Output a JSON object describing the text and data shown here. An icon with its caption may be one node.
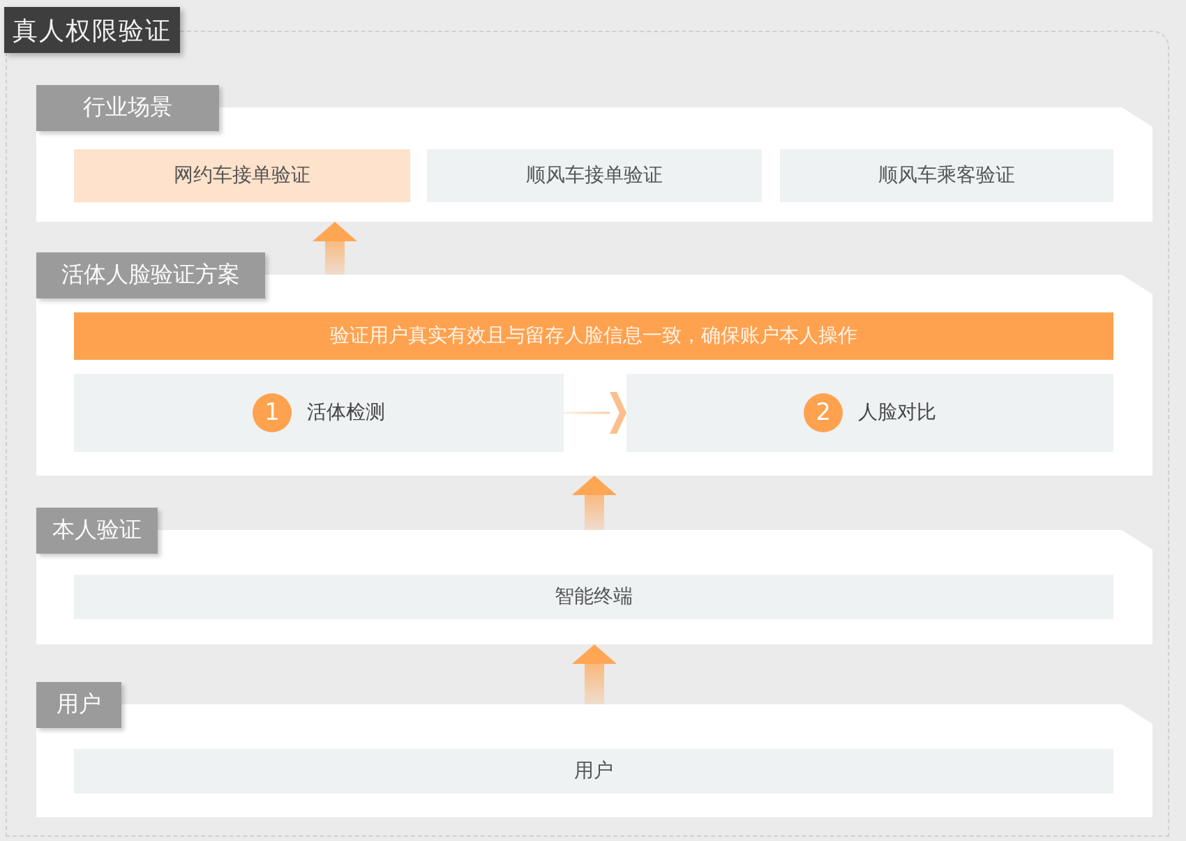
{
  "diagram": {
    "nodes": [
      {
        "text": [
          "真人权限验证"
        ]
      },
      {
        "text": [
          "行业场景"
        ],
        "in": 0
      },
      {
        "text": [
          "网约车接单验证"
        ],
        "in": 1
      },
      {
        "text": [
          "顺风车接单验证"
        ],
        "in": 1
      },
      {
        "text": [
          "顺风车乘客验证"
        ],
        "in": 1
      },
      {
        "text": [
          "活体人脸验证方案"
        ],
        "in": 0
      },
      {
        "text": [
          "验证用户真实有效且与留存人脸信息一致，确保账户本人操作"
        ],
        "in": 5
      },
      {
        "text": [
          "1",
          "活体检测"
        ],
        "in": 5
      },
      {
        "text": [
          "2",
          "人脸对比"
        ],
        "in": 5
      },
      {
        "text": [
          "本人验证"
        ],
        "in": 0
      },
      {
        "text": [
          "智能终端"
        ],
        "in": 9
      },
      {
        "text": [
          "用户"
        ],
        "in": 0
      },
      {
        "text": [
          "用户"
        ],
        "in": 11
      }
    ],
    "edges": [
      {
        "from": 5,
        "to": 1,
        "arrow": "to"
      },
      {
        "from": 7,
        "to": 8,
        "arrow": "to"
      },
      {
        "from": 9,
        "to": 5,
        "arrow": "to"
      },
      {
        "from": 11,
        "to": 9,
        "arrow": "to"
      }
    ]
  }
}
